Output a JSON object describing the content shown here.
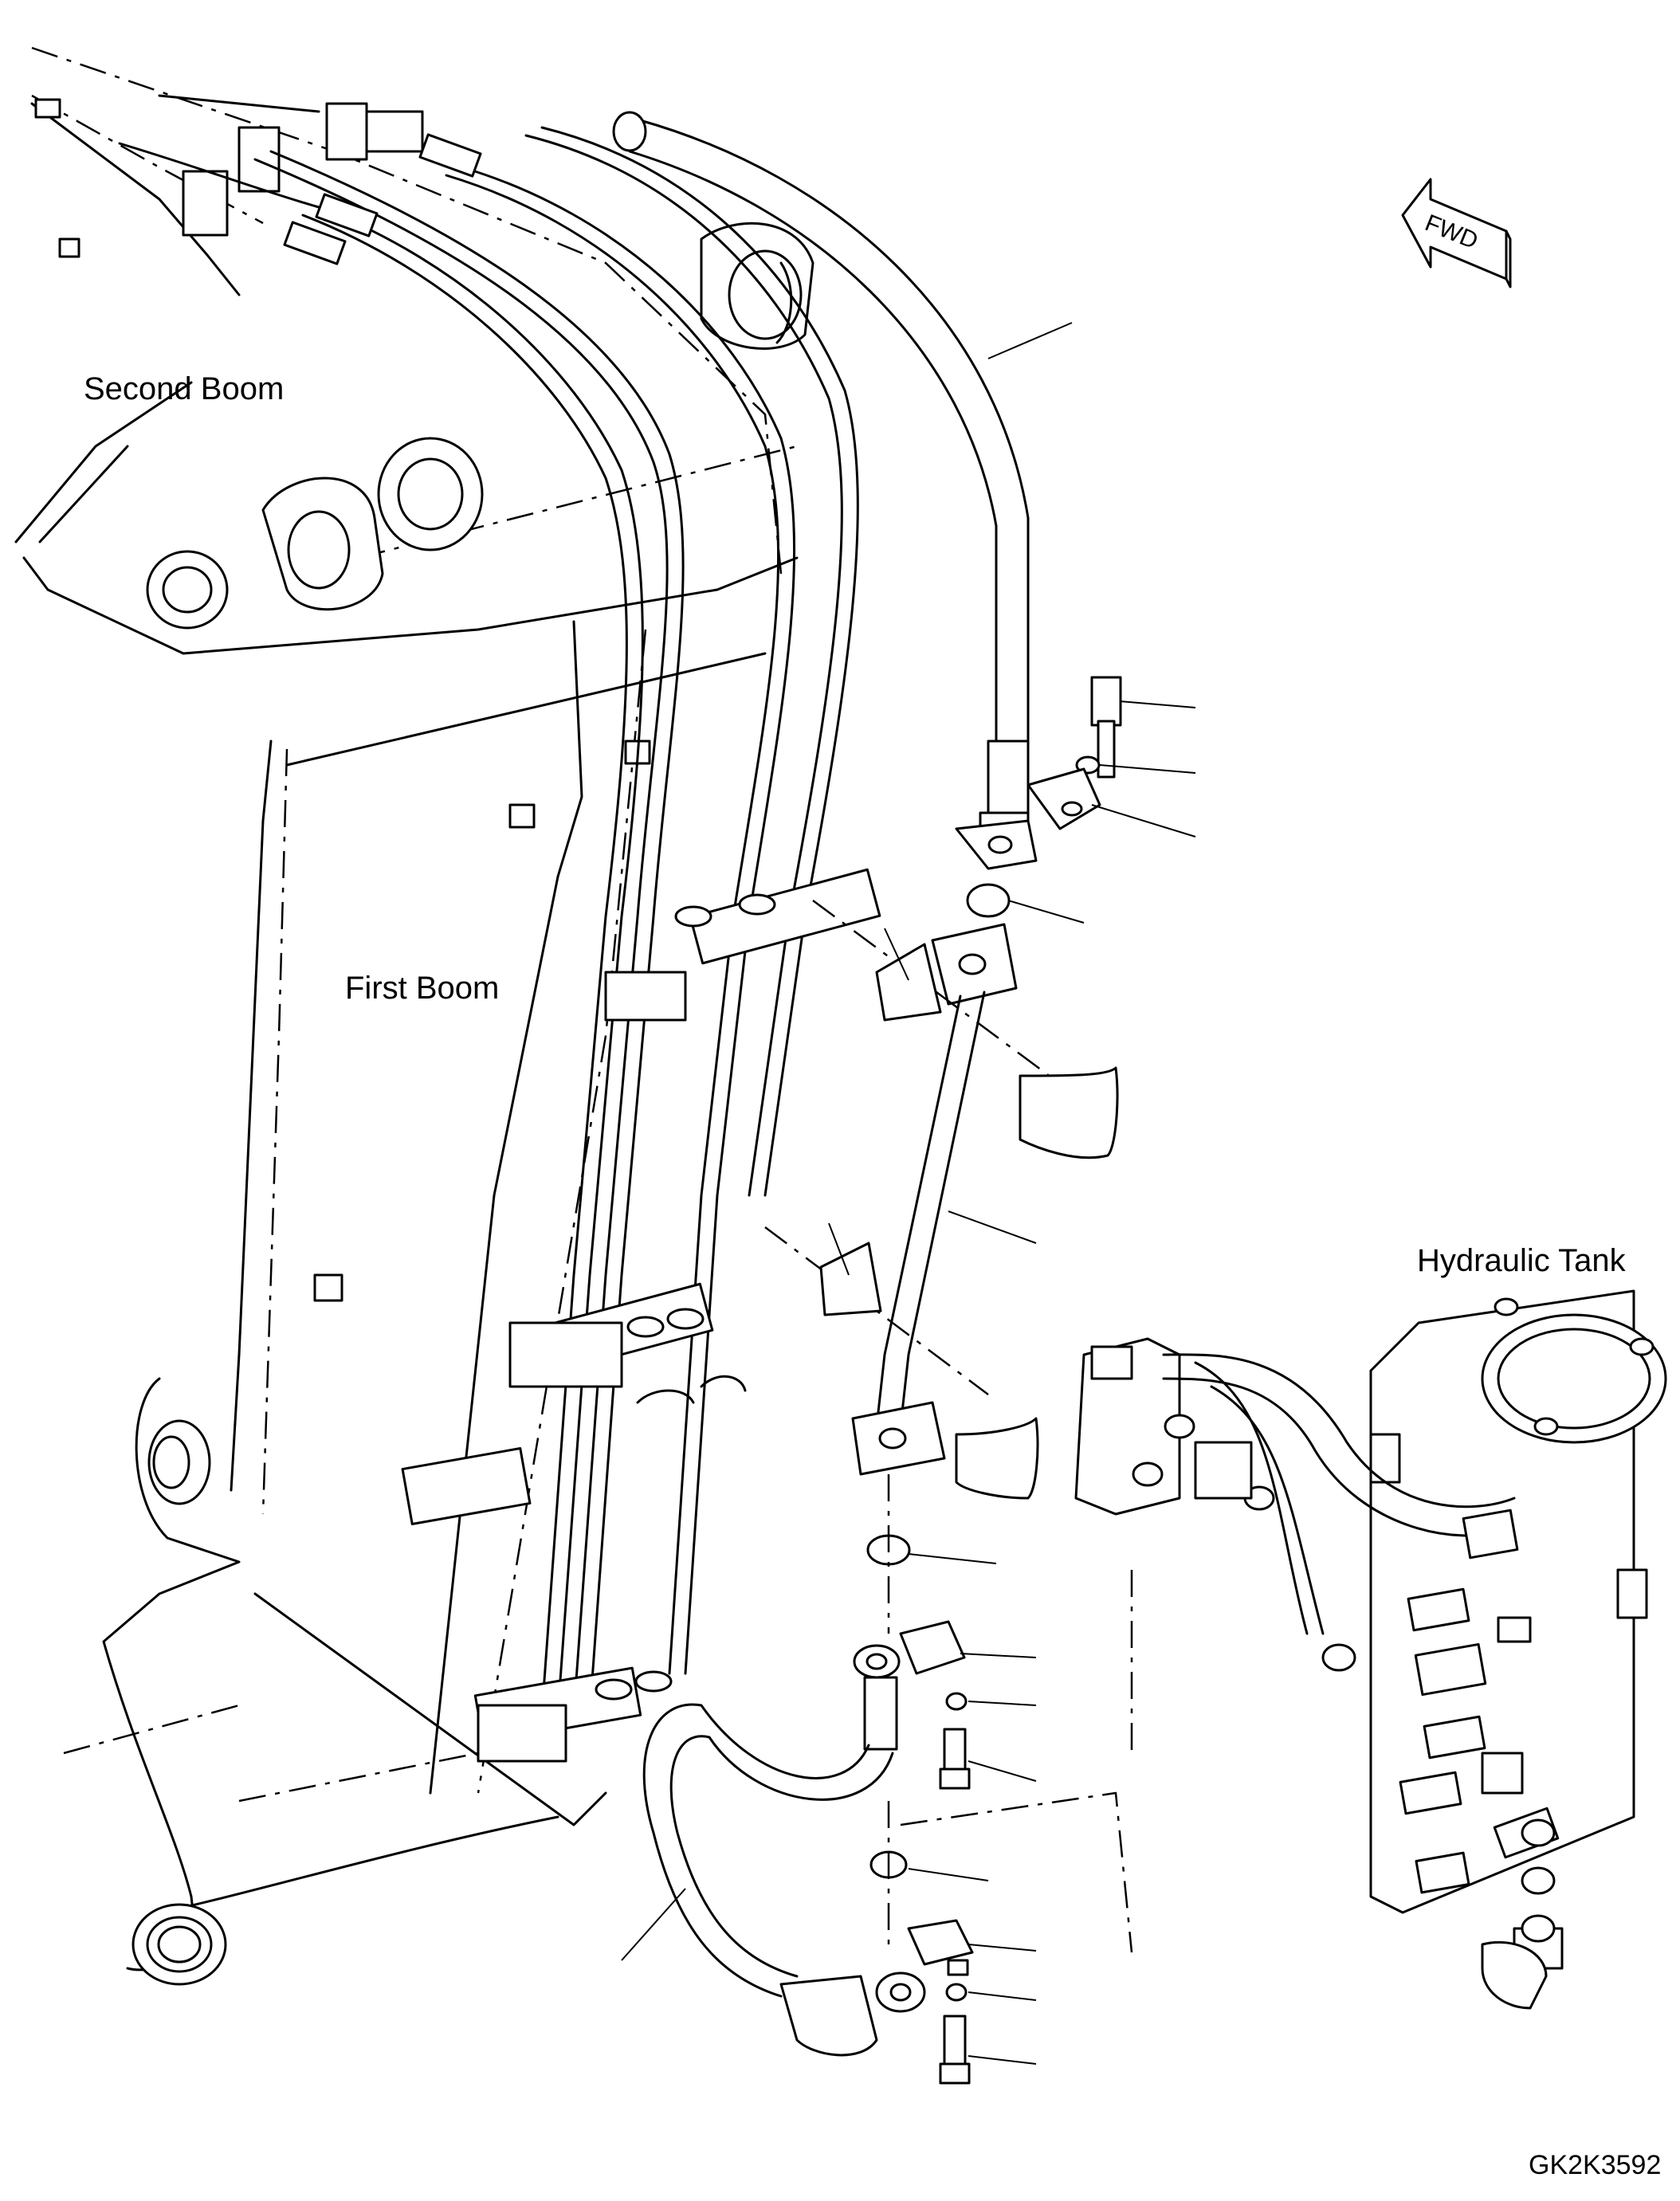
{
  "labels": {
    "second_boom": "Second Boom",
    "first_boom": "First Boom",
    "hydraulic_tank": "Hydraulic Tank",
    "direction": "FWD",
    "drawing_code": "GK2K3592"
  },
  "icons": {
    "direction_arrow": "fwd-arrow-icon"
  },
  "colors": {
    "line": "#000000",
    "background": "#ffffff"
  }
}
